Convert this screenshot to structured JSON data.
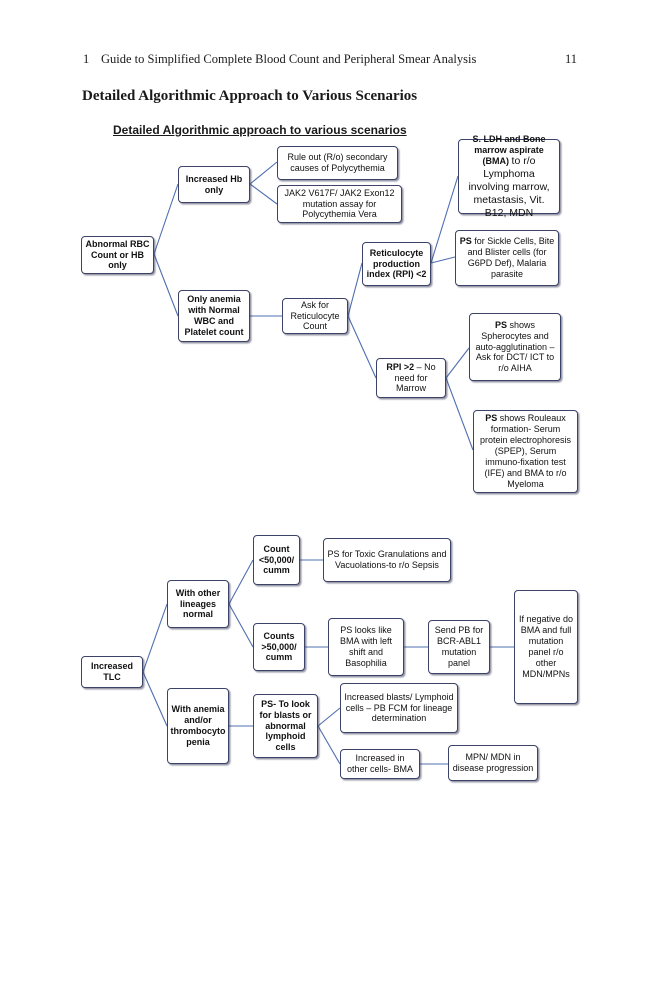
{
  "header": {
    "page_number_left": "1",
    "running_title": "Guide to Simplified Complete Blood Count and Peripheral Smear Analysis",
    "page_number_right": "11"
  },
  "section_heading": "Detailed Algorithmic Approach to Various Scenarios",
  "figure_title": "Detailed Algorithmic approach to various scenarios",
  "flowchart_top": {
    "root": "Abnormal RBC Count or HB only",
    "increased_hb": "Increased Hb only",
    "rule_out_polycythemia": "Rule out (R/o) secondary causes of Polycythemia",
    "jak2_assay": "JAK2 V617F/ JAK2 Exon12 mutation assay for Polycythemia Vera",
    "only_anemia": "Only anemia with Normal WBC and Platelet count",
    "ask_reticulocyte": "Ask for Reticulocyte Count",
    "rpi_low": "Reticulocyte production index (RPI) <2",
    "rpi_high_bold": "RPI >2",
    "rpi_high_rest": " – No need for Marrow",
    "ldh_bma_bold": "S. LDH and Bone marrow aspirate (BMA)",
    "ldh_bma_rest": "to r/o Lymphoma involving marrow, metastasis, Vit. B12, MDN",
    "ps_sickle_bold": "PS",
    "ps_sickle_rest": " for Sickle Cells, Bite and Blister cells (for G6PD Def), Malaria parasite",
    "ps_spherocytes_bold": "PS",
    "ps_spherocytes_rest": " shows Spherocytes and auto-agglutination – Ask for DCT/ ICT to r/o AIHA",
    "ps_rouleaux_bold": "PS",
    "ps_rouleaux_rest": " shows Rouleaux formation- Serum protein electrophoresis (SPEP), Serum immuno-fixation test (IFE) and BMA to r/o Myeloma"
  },
  "flowchart_bottom": {
    "root": "Increased TLC",
    "other_lineages": "With other lineages normal",
    "count_below": "Count <50,000/ cumm",
    "ps_toxic": "PS for Toxic Granulations and Vacuolations-to r/o Sepsis",
    "count_above": "Counts >50,000/ cumm",
    "ps_bma_like": "PS looks like BMA with left shift and Basophilia",
    "send_pb": "Send PB for BCR-ABL1 mutation panel",
    "if_negative": "If negative do BMA and full mutation panel r/o other MDN/MPNs",
    "with_anemia": "With anemia and/or thrombocyto penia",
    "ps_blasts": "PS- To look for blasts or abnormal lymphoid cells",
    "increased_blasts": "Increased blasts/ Lymphoid cells – PB FCM for lineage determination",
    "increased_other": "Increased in other cells- BMA",
    "mpn_mdn": "MPN/ MDN in disease progression"
  },
  "colors": {
    "box_border": "#3c4368",
    "connector": "#4f6fb0",
    "text": "#111111"
  }
}
